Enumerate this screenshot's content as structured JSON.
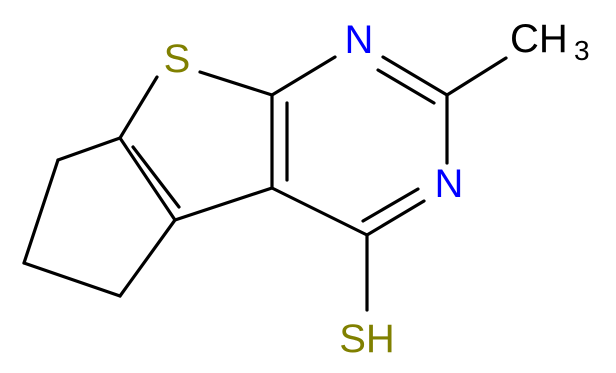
{
  "colors": {
    "bond": "#000000",
    "sulfur": "#808000",
    "nitrogen": "#0000FF",
    "carbon_label": "#000000"
  },
  "atoms": {
    "ring_sulfur": {
      "element": "S",
      "label": "S"
    },
    "nitrogen_top": {
      "element": "N",
      "label": "N"
    },
    "nitrogen_right": {
      "element": "N",
      "label": "N"
    },
    "methyl": {
      "element": "C",
      "label": "CH",
      "subscript": "3"
    },
    "thiol": {
      "element": "S",
      "label": "SH"
    }
  }
}
